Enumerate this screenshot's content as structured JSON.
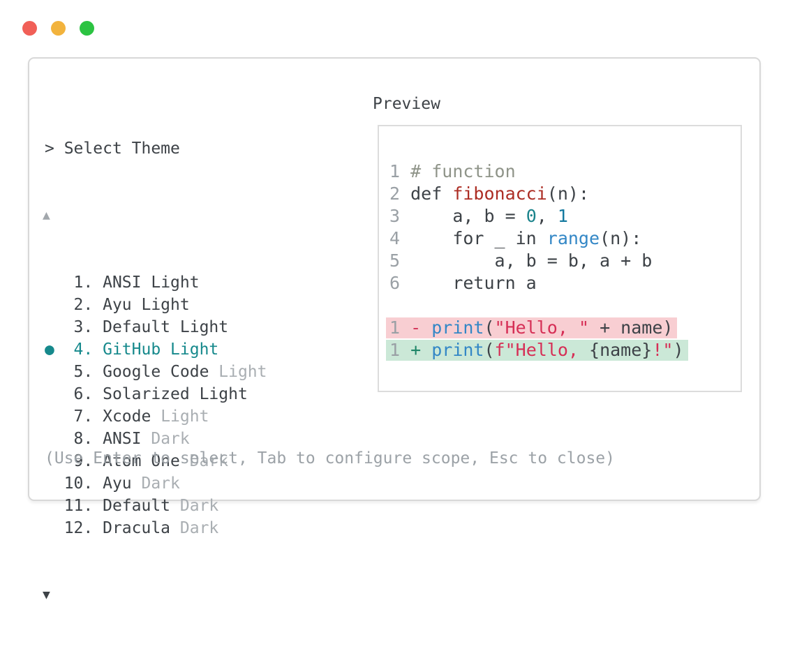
{
  "window": {
    "traffic_lights": [
      {
        "name": "close",
        "color": "#f15f57"
      },
      {
        "name": "minimize",
        "color": "#f2b33d"
      },
      {
        "name": "zoom",
        "color": "#2cc342"
      }
    ]
  },
  "selector": {
    "prompt": "> ",
    "title": "Select Theme",
    "scroll_up": "▲",
    "scroll_down": "▼",
    "bullet": "●",
    "items": [
      {
        "num": "1.",
        "name": "ANSI",
        "variant": "Light",
        "variant_muted": false,
        "selected": false
      },
      {
        "num": "2.",
        "name": "Ayu",
        "variant": "Light",
        "variant_muted": false,
        "selected": false
      },
      {
        "num": "3.",
        "name": "Default",
        "variant": "Light",
        "variant_muted": false,
        "selected": false
      },
      {
        "num": "4.",
        "name": "GitHub",
        "variant": "Light",
        "variant_muted": false,
        "selected": true
      },
      {
        "num": "5.",
        "name": "Google Code",
        "variant": "Light",
        "variant_muted": true,
        "selected": false
      },
      {
        "num": "6.",
        "name": "Solarized",
        "variant": "Light",
        "variant_muted": false,
        "selected": false
      },
      {
        "num": "7.",
        "name": "Xcode",
        "variant": "Light",
        "variant_muted": true,
        "selected": false
      },
      {
        "num": "8.",
        "name": "ANSI",
        "variant": "Dark",
        "variant_muted": true,
        "selected": false
      },
      {
        "num": "9.",
        "name": "Atom One",
        "variant": "Dark",
        "variant_muted": true,
        "selected": false
      },
      {
        "num": "10.",
        "name": "Ayu",
        "variant": "Dark",
        "variant_muted": true,
        "selected": false
      },
      {
        "num": "11.",
        "name": "Default",
        "variant": "Dark",
        "variant_muted": true,
        "selected": false
      },
      {
        "num": "12.",
        "name": "Dracula",
        "variant": "Dark",
        "variant_muted": true,
        "selected": false
      }
    ]
  },
  "preview": {
    "title": "Preview",
    "lines": [
      {
        "hl": null,
        "tokens": [
          {
            "t": "1 ",
            "c": "ln"
          },
          {
            "t": "# function",
            "c": "cmt"
          }
        ]
      },
      {
        "hl": null,
        "tokens": [
          {
            "t": "2 ",
            "c": "ln"
          },
          {
            "t": "def ",
            "c": "txt"
          },
          {
            "t": "fibonacci",
            "c": "fn"
          },
          {
            "t": "(n):",
            "c": "txt"
          }
        ]
      },
      {
        "hl": null,
        "tokens": [
          {
            "t": "3 ",
            "c": "ln"
          },
          {
            "t": "    a, b = ",
            "c": "txt"
          },
          {
            "t": "0",
            "c": "c0"
          },
          {
            "t": ", ",
            "c": "txt"
          },
          {
            "t": "1",
            "c": "c1"
          }
        ]
      },
      {
        "hl": null,
        "tokens": [
          {
            "t": "4 ",
            "c": "ln"
          },
          {
            "t": "    for _ in ",
            "c": "txt"
          },
          {
            "t": "range",
            "c": "call"
          },
          {
            "t": "(n):",
            "c": "txt"
          }
        ]
      },
      {
        "hl": null,
        "tokens": [
          {
            "t": "5 ",
            "c": "ln"
          },
          {
            "t": "        a, b = b, a + b",
            "c": "txt"
          }
        ]
      },
      {
        "hl": null,
        "tokens": [
          {
            "t": "6 ",
            "c": "ln"
          },
          {
            "t": "    return a",
            "c": "txt"
          }
        ]
      },
      {
        "hl": null,
        "tokens": []
      },
      {
        "hl": "del",
        "tokens": [
          {
            "t": "1 ",
            "c": "ln"
          },
          {
            "t": "- ",
            "c": "del"
          },
          {
            "t": "print",
            "c": "call"
          },
          {
            "t": "(",
            "c": "txt"
          },
          {
            "t": "\"Hello, \"",
            "c": "str"
          },
          {
            "t": " + name)",
            "c": "txt"
          }
        ]
      },
      {
        "hl": "add",
        "tokens": [
          {
            "t": "1 ",
            "c": "ln"
          },
          {
            "t": "+ ",
            "c": "add"
          },
          {
            "t": "print",
            "c": "call"
          },
          {
            "t": "(",
            "c": "txt"
          },
          {
            "t": "f\"Hello, ",
            "c": "str"
          },
          {
            "t": "{name}",
            "c": "txt"
          },
          {
            "t": "!\"",
            "c": "str"
          },
          {
            "t": ")",
            "c": "txt"
          }
        ]
      }
    ]
  },
  "help": {
    "text": "(Use Enter to select, Tab to configure scope, Esc to close)"
  },
  "colors": {
    "accent_teal": "#16898c",
    "text_dark": "#3d4247",
    "text_muted": "#a9aeb2",
    "diff_del_bg": "#f8ced2",
    "diff_add_bg": "#cbe8d7",
    "string_red": "#d62f56",
    "call_blue": "#3387c6",
    "func_red": "#ac2d24",
    "comment_gray": "#8f9489"
  }
}
